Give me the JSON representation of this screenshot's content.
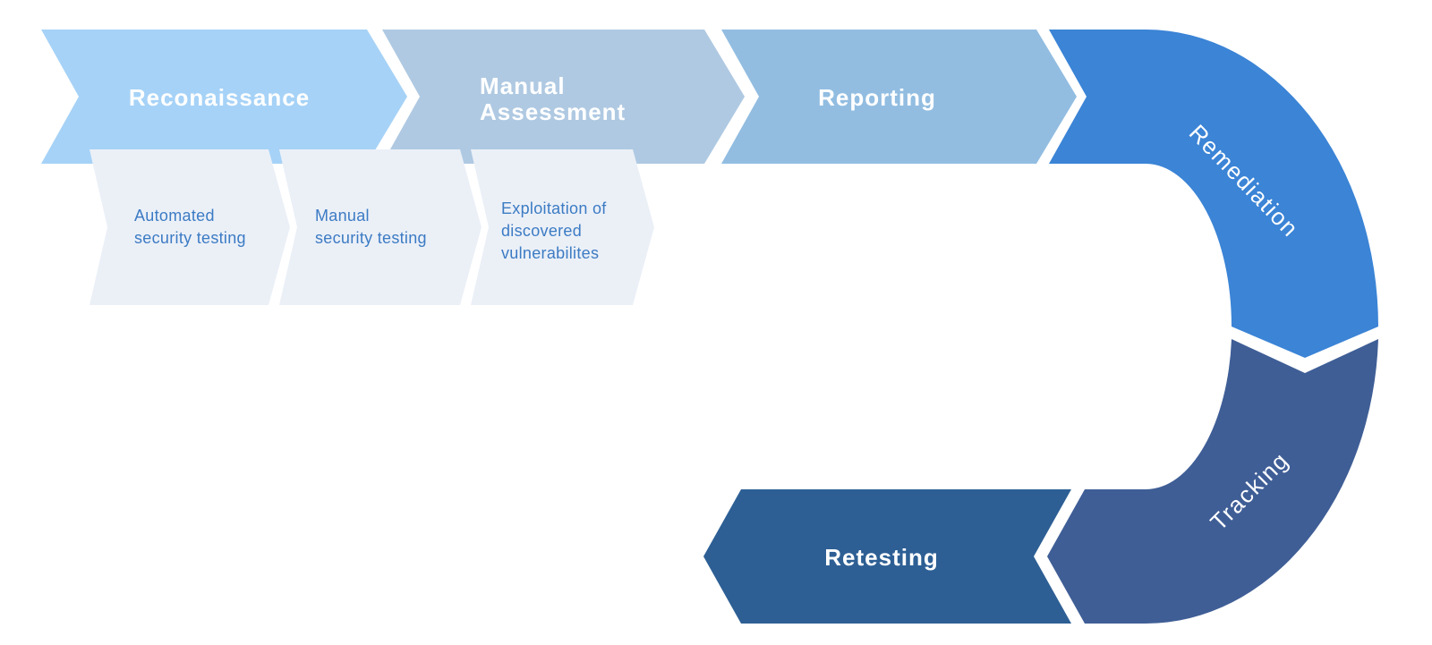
{
  "diagram": {
    "main_steps": [
      {
        "id": "reconaissance",
        "label_lines": [
          "Reconaissance"
        ],
        "color": "#A6D2F7"
      },
      {
        "id": "manual-assessment",
        "label_lines": [
          "Manual",
          "Assessment"
        ],
        "color": "#AFC9E2"
      },
      {
        "id": "reporting",
        "label_lines": [
          "Reporting"
        ],
        "color": "#92BDE1"
      }
    ],
    "sub_steps": [
      {
        "id": "automated-security-testing",
        "label_lines": [
          "Automated",
          "security testing"
        ]
      },
      {
        "id": "manual-security-testing",
        "label_lines": [
          "Manual",
          "security testing"
        ]
      },
      {
        "id": "exploitation",
        "label_lines": [
          "Exploitation of",
          "discovered",
          "vulnerabilites"
        ]
      }
    ],
    "curve_steps": [
      {
        "id": "remediation",
        "label": "Remediation",
        "color": "#3B84D6"
      },
      {
        "id": "tracking",
        "label": "Tracking",
        "color": "#3F5E96"
      }
    ],
    "return_step": {
      "id": "retesting",
      "label": "Retesting",
      "color": "#2D5F94"
    },
    "colors": {
      "background": "#FFFFFF",
      "main_label_text": "#FFFFFF",
      "sub_step_fill": "#EBF0F7",
      "sub_step_text": "#3C7BC4"
    }
  }
}
